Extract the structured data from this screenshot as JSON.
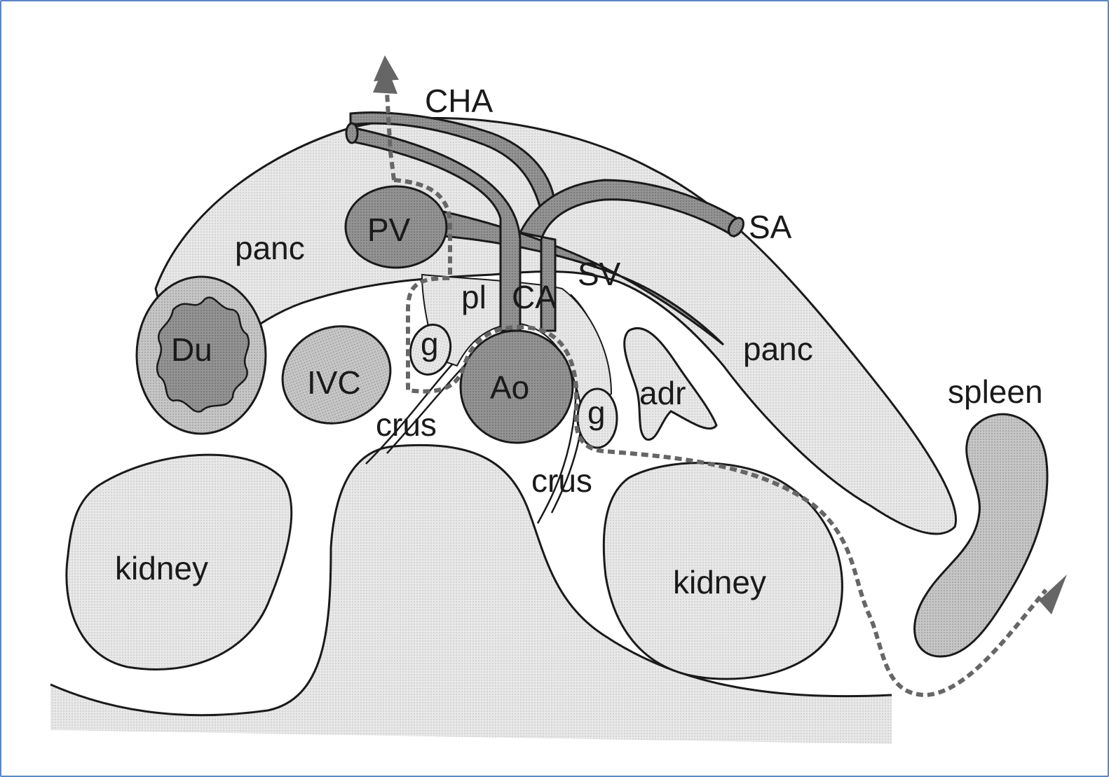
{
  "labels": {
    "cha": "CHA",
    "sa": "SA",
    "pv": "PV",
    "sv": "SV",
    "ca": "CA",
    "pl": "pl",
    "panc_left": "panc",
    "panc_right": "panc",
    "du": "Du",
    "ivc": "IVC",
    "g_left": "g",
    "g_right": "g",
    "ao": "Ao",
    "adr": "adr",
    "spleen": "spleen",
    "crus_left": "crus",
    "crus_right": "crus",
    "kidney_left": "kidney",
    "kidney_right": "kidney"
  },
  "colors": {
    "light_fill": "#e6e6e6",
    "medium_fill": "#c4c4c4",
    "dark_fill": "#8e8e8e",
    "outline": "#1a1a1a",
    "path_arrow": "#666666",
    "frame_border": "#5b86c6"
  }
}
